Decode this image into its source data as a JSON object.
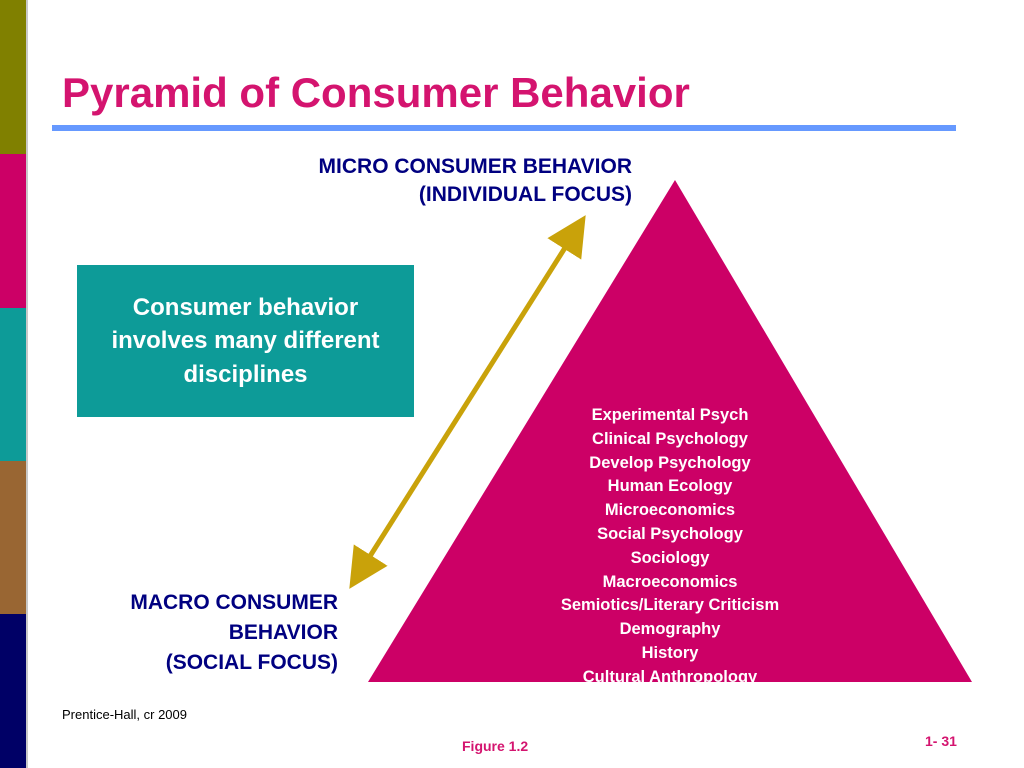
{
  "colors": {
    "title": "#d4146f",
    "rule": "#6699ff",
    "navy_text": "#000080",
    "teal_box": "#0d9b98",
    "pyramid": "#cc0066",
    "arrow": "#c9a20a",
    "stripes": [
      "#808000",
      "#cc0066",
      "#0d9b98",
      "#996633",
      "#000066"
    ]
  },
  "slide": {
    "title": "Pyramid of Consumer Behavior",
    "micro_label_line1": "MICRO CONSUMER BEHAVIOR",
    "micro_label_line2": "(INDIVIDUAL FOCUS)",
    "macro_label_line1": "MACRO CONSUMER",
    "macro_label_line2": "BEHAVIOR",
    "macro_label_line3": "(SOCIAL FOCUS)",
    "callout": "Consumer behavior involves many different disciplines",
    "disciplines": [
      "Experimental Psych",
      "Clinical Psychology",
      "Develop Psychology",
      "Human Ecology",
      "Microeconomics",
      "Social Psychology",
      "Sociology",
      "Macroeconomics",
      "Semiotics/Literary Criticism",
      "Demography",
      "History",
      "Cultural Anthropology"
    ],
    "credit": "Prentice-Hall, cr 2009",
    "figure": "Figure 1.2",
    "page_number": "1- 31"
  }
}
